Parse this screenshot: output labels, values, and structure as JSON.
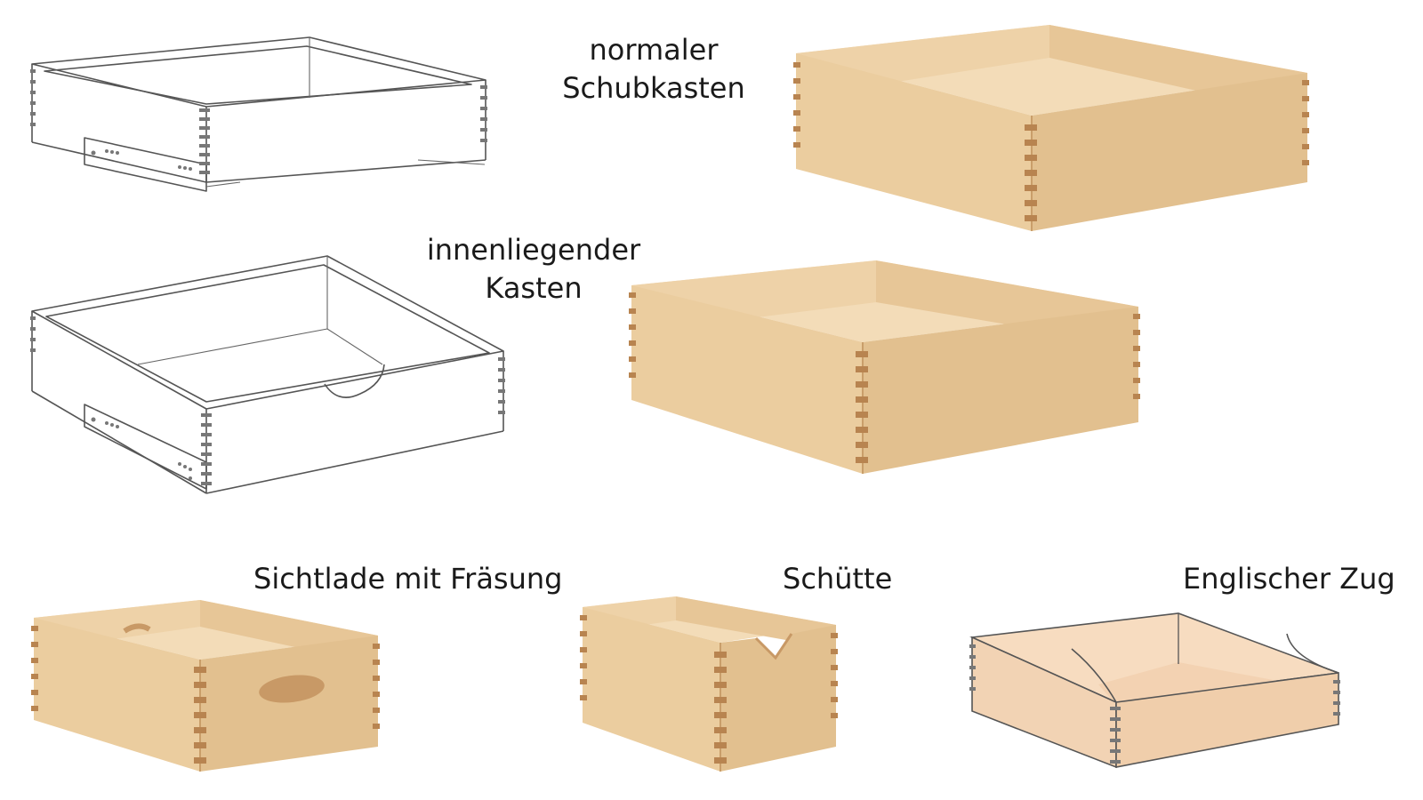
{
  "labels": {
    "normal": {
      "line1": "normaler",
      "line2": "Schubkasten"
    },
    "inner": {
      "line1": "innenliegender",
      "line2": "Kasten"
    },
    "sichtlade": "Sichtlade mit Fräsung",
    "schuette": "Schütte",
    "englisch": "Englischer Zug"
  },
  "colors": {
    "wood_light": "#f2d9b4",
    "wood_mid": "#e8c79b",
    "wood_dark": "#d4ab77",
    "joint": "#b88450",
    "outline": "#555555"
  }
}
